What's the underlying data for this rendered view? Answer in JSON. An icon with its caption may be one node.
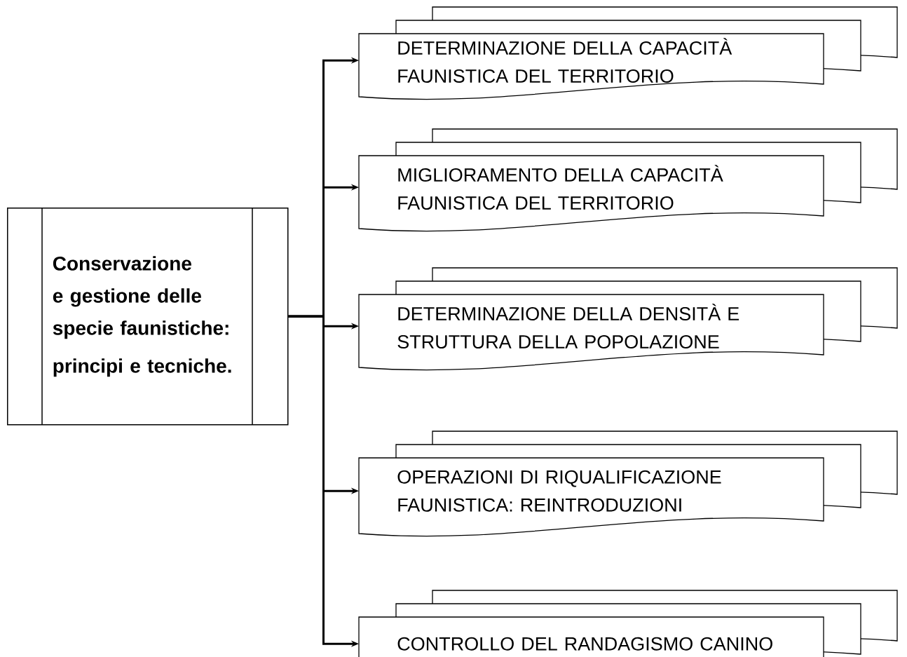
{
  "diagram": {
    "nodes": [
      {
        "text": [
          "Conservazione e gestione delle specie faunistiche:",
          "principi e tecniche."
        ]
      },
      {
        "text": [
          "DETERMINAZIONE DELLA CAPACITÀ FAUNISTICA DEL TERRITORIO"
        ]
      },
      {
        "text": [
          "MIGLIORAMENTO DELLA CAPACITÀ FAUNISTICA DEL TERRITORIO"
        ]
      },
      {
        "text": [
          "DETERMINAZIONE DELLA DENSITÀ E STRUTTURA DELLA POPOLAZIONE"
        ]
      },
      {
        "text": [
          "OPERAZIONI DI RIQUALIFICAZIONE FAUNISTICA: REINTRODUZIONI"
        ]
      },
      {
        "text": [
          "CONTROLLO DEL RANDAGISMO CANINO"
        ]
      }
    ],
    "edges": [
      {
        "from": 0,
        "to": 1,
        "arrow": "to"
      },
      {
        "from": 0,
        "to": 2,
        "arrow": "to"
      },
      {
        "from": 0,
        "to": 3,
        "arrow": "to"
      },
      {
        "from": 0,
        "to": 4,
        "arrow": "to"
      },
      {
        "from": 0,
        "to": 5,
        "arrow": "to"
      }
    ]
  }
}
